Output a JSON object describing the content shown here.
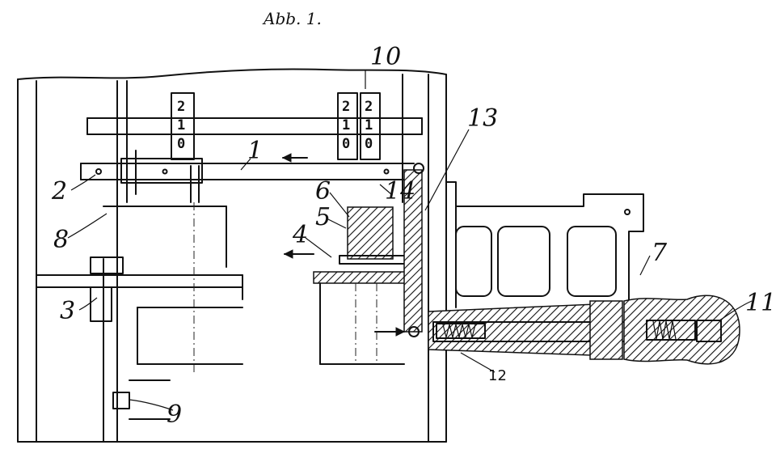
{
  "figure": {
    "caption": "Abb. 1."
  },
  "labels": [
    {
      "id": "1",
      "text": "1"
    },
    {
      "id": "2",
      "text": "2"
    },
    {
      "id": "3",
      "text": "3"
    },
    {
      "id": "4",
      "text": "4"
    },
    {
      "id": "5",
      "text": "5"
    },
    {
      "id": "6",
      "text": "6"
    },
    {
      "id": "7",
      "text": "7"
    },
    {
      "id": "8",
      "text": "8"
    },
    {
      "id": "9",
      "text": "9"
    },
    {
      "id": "10",
      "text": "10"
    },
    {
      "id": "11",
      "text": "11"
    },
    {
      "id": "12",
      "text": "12"
    },
    {
      "id": "13",
      "text": "13"
    },
    {
      "id": "14",
      "text": "14"
    }
  ],
  "number_wheels": {
    "left": [
      "2",
      "1",
      "0"
    ],
    "middle": [
      "2",
      "1",
      "0"
    ],
    "right": [
      "2",
      "1",
      "0"
    ]
  }
}
